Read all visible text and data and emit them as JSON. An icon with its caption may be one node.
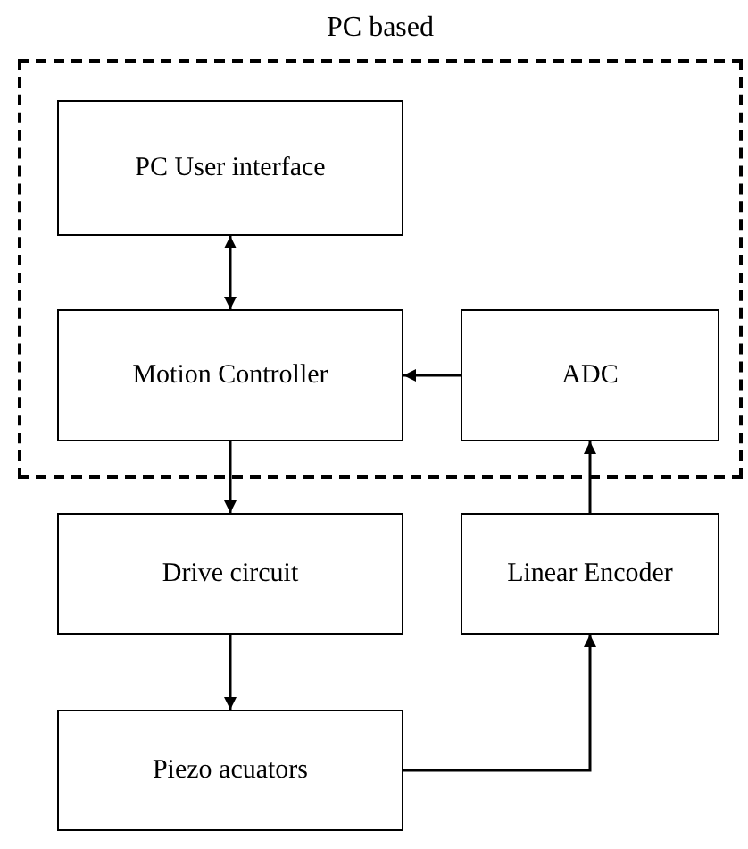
{
  "diagram": {
    "nodes": [
      {
        "text": [
          "PC based"
        ]
      },
      {
        "text": [
          "PC User interface"
        ],
        "in": 0
      },
      {
        "text": [
          "Motion Controller"
        ],
        "in": 0
      },
      {
        "text": [
          "ADC"
        ],
        "in": 0
      },
      {
        "text": [
          "Drive circuit"
        ]
      },
      {
        "text": [
          "Linear Encoder"
        ]
      },
      {
        "text": [
          "Piezo acuators"
        ]
      }
    ],
    "edges": [
      {
        "from": 1,
        "to": 2,
        "arrow": "both"
      },
      {
        "from": 3,
        "to": 2,
        "arrow": "to"
      },
      {
        "from": 2,
        "to": 4,
        "arrow": "to"
      },
      {
        "from": 4,
        "to": 6,
        "arrow": "to"
      },
      {
        "from": 6,
        "to": 5,
        "arrow": "to"
      },
      {
        "from": 5,
        "to": 3,
        "arrow": "to"
      }
    ]
  }
}
